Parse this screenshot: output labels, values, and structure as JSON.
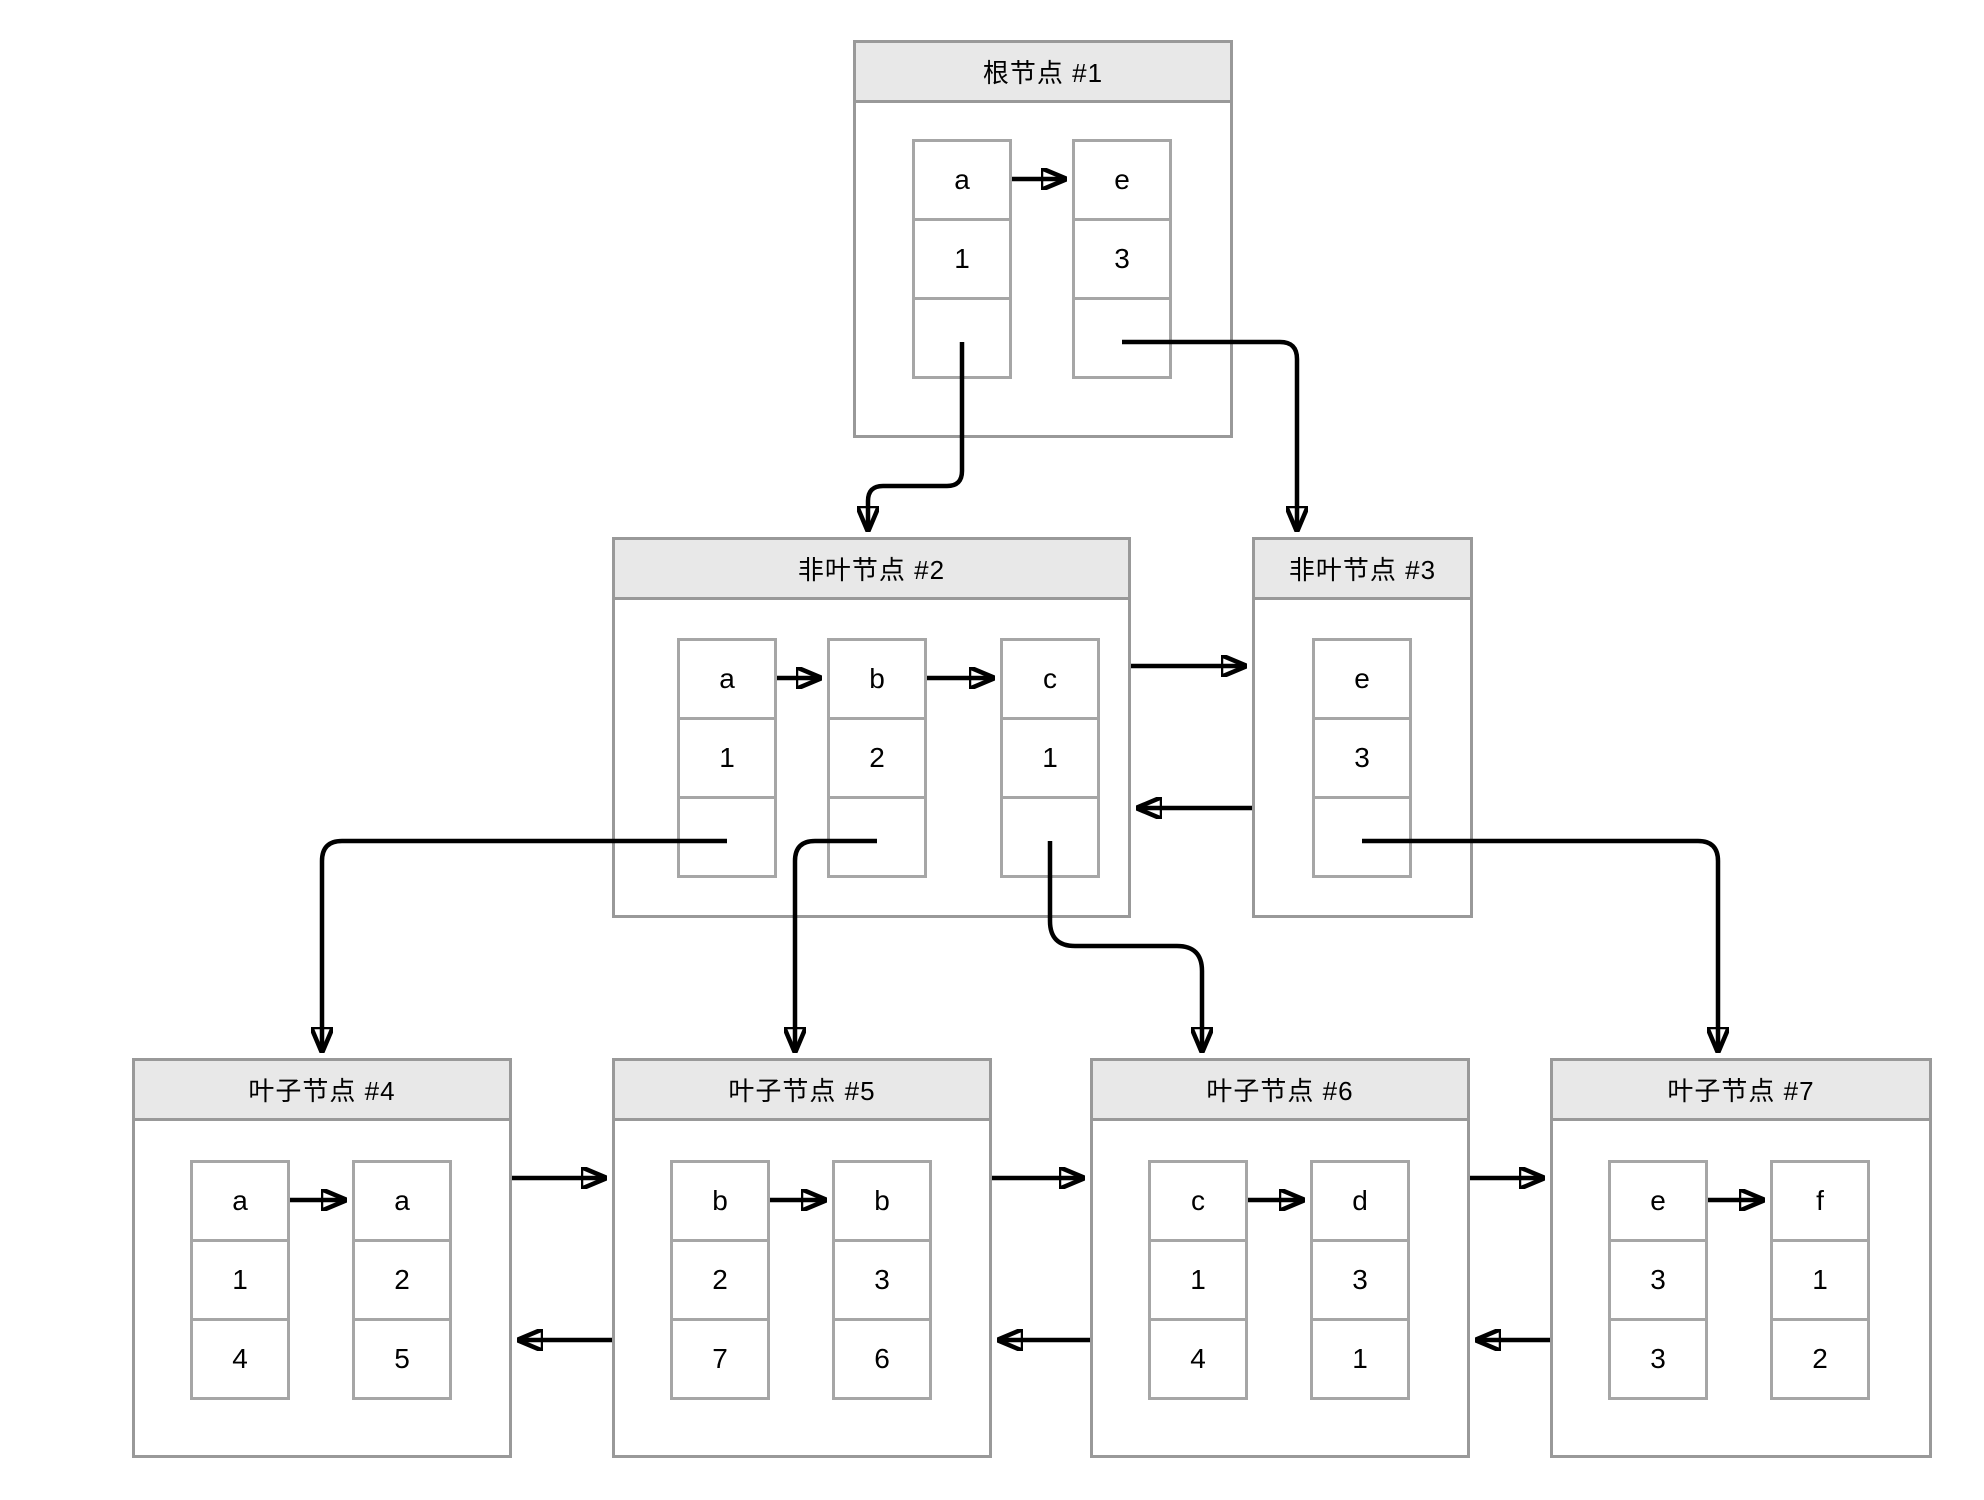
{
  "diagram": {
    "type": "b-plus-tree-structure",
    "nodes": [
      {
        "id": "node1",
        "title": "根节点 #1",
        "level": "root",
        "cells": [
          {
            "r1": "a",
            "r2": "1",
            "r3": ""
          },
          {
            "r1": "e",
            "r2": "3",
            "r3": ""
          }
        ]
      },
      {
        "id": "node2",
        "title": "非叶节点 #2",
        "level": "internal",
        "cells": [
          {
            "r1": "a",
            "r2": "1",
            "r3": ""
          },
          {
            "r1": "b",
            "r2": "2",
            "r3": ""
          },
          {
            "r1": "c",
            "r2": "1",
            "r3": ""
          }
        ]
      },
      {
        "id": "node3",
        "title": "非叶节点 #3",
        "level": "internal",
        "cells": [
          {
            "r1": "e",
            "r2": "3",
            "r3": ""
          }
        ]
      },
      {
        "id": "node4",
        "title": "叶子节点 #4",
        "level": "leaf",
        "cells": [
          {
            "r1": "a",
            "r2": "1",
            "r3": "4"
          },
          {
            "r1": "a",
            "r2": "2",
            "r3": "5"
          }
        ]
      },
      {
        "id": "node5",
        "title": "叶子节点 #5",
        "level": "leaf",
        "cells": [
          {
            "r1": "b",
            "r2": "2",
            "r3": "7"
          },
          {
            "r1": "b",
            "r2": "3",
            "r3": "6"
          }
        ]
      },
      {
        "id": "node6",
        "title": "叶子节点 #6",
        "level": "leaf",
        "cells": [
          {
            "r1": "c",
            "r2": "1",
            "r3": "4"
          },
          {
            "r1": "d",
            "r2": "3",
            "r3": "1"
          }
        ]
      },
      {
        "id": "node7",
        "title": "叶子节点 #7",
        "level": "leaf",
        "cells": [
          {
            "r1": "e",
            "r2": "3",
            "r3": "3"
          },
          {
            "r1": "f",
            "r2": "1",
            "r3": "2"
          }
        ]
      }
    ],
    "links": {
      "parent_child": [
        {
          "from": "根节点 #1 cell a",
          "to": "非叶节点 #2"
        },
        {
          "from": "根节点 #1 cell e",
          "to": "非叶节点 #3"
        },
        {
          "from": "非叶节点 #2 cell a",
          "to": "叶子节点 #4"
        },
        {
          "from": "非叶节点 #2 cell b",
          "to": "叶子节点 #5"
        },
        {
          "from": "非叶节点 #2 cell c",
          "to": "叶子节点 #6"
        },
        {
          "from": "非叶节点 #3 cell e",
          "to": "叶子节点 #7"
        }
      ],
      "sibling_bidirectional": [
        [
          "非叶节点 #2",
          "非叶节点 #3"
        ],
        [
          "叶子节点 #4",
          "叶子节点 #5"
        ],
        [
          "叶子节点 #5",
          "叶子节点 #6"
        ],
        [
          "叶子节点 #6",
          "叶子节点 #7"
        ]
      ]
    },
    "colors": {
      "background": "#ffffff",
      "node_border": "#999999",
      "cell_border": "#a6a6a6",
      "title_bg": "#e8e8e8",
      "connector": "#000000",
      "text": "#000000"
    }
  }
}
